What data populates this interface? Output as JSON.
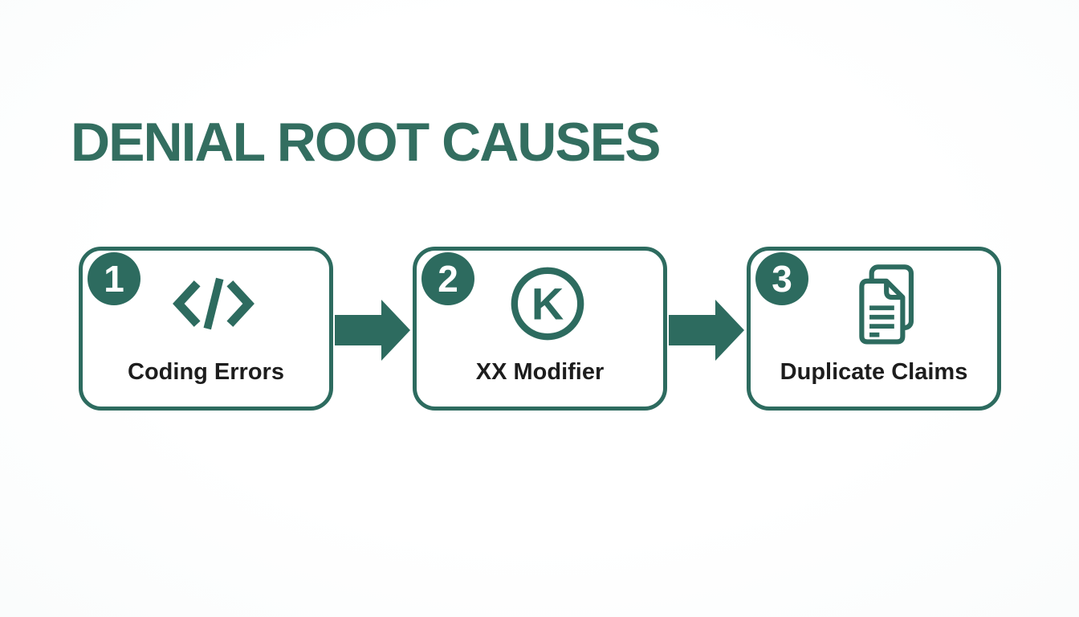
{
  "title": "DENIAL ROOT CAUSES",
  "theme": {
    "teal": "#2d6b5f",
    "title-color": "#336e60",
    "label-color": "#1d1d1d",
    "badge-text-color": "#ffffff",
    "background": "#fdfefe",
    "box-bg": "#ffffff"
  },
  "steps": [
    {
      "number": "1",
      "label": "Coding Errors",
      "icon": "code-brackets-icon"
    },
    {
      "number": "2",
      "label": "XX Modifier",
      "icon": "k-in-circle-icon"
    },
    {
      "number": "3",
      "label": "Duplicate Claims",
      "icon": "duplicate-documents-icon"
    }
  ],
  "k_icon_letter": "K",
  "connectors": [
    {
      "type": "arrow-right"
    },
    {
      "type": "arrow-right"
    }
  ]
}
